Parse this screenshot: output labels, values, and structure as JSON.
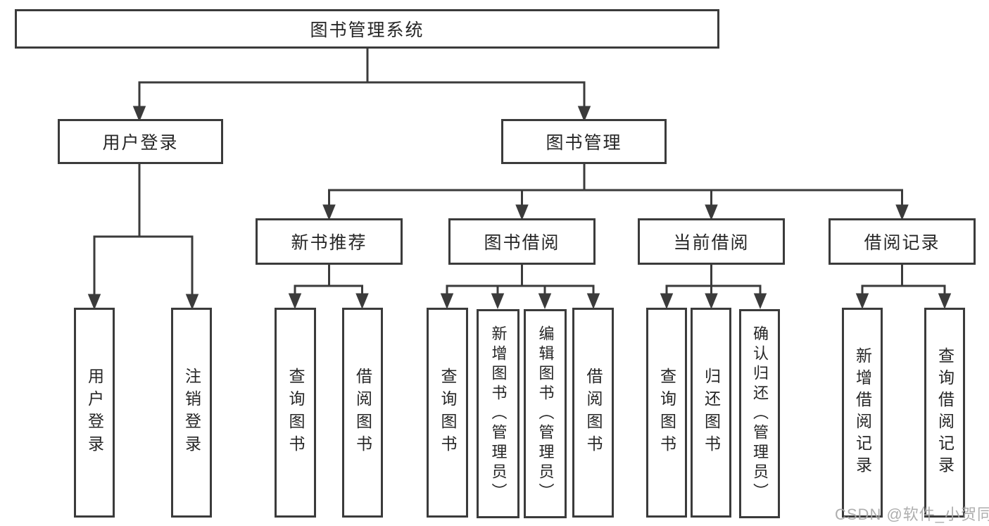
{
  "colors": {
    "line": "#3b3b3b",
    "box_border": "#3b3b3b",
    "text": "#262626",
    "watermark": "#a8a8a8",
    "background": "#ffffff"
  },
  "diagram": {
    "root": {
      "label": "图书管理系统"
    },
    "branches": [
      {
        "label": "用户登录",
        "children": [
          "用户登录",
          "注销登录"
        ]
      },
      {
        "label": "图书管理",
        "children": [
          {
            "label": "新书推荐",
            "children": [
              "查询图书",
              "借阅图书"
            ]
          },
          {
            "label": "图书借阅",
            "children": [
              "查询图书",
              "新增图书（管理员）",
              "编辑图书（管理员）",
              "借阅图书"
            ]
          },
          {
            "label": "当前借阅",
            "children": [
              "查询图书",
              "归还图书",
              "确认归还（管理员）"
            ]
          },
          {
            "label": "借阅记录",
            "children": [
              "新增借阅记录",
              "查询借阅记录"
            ]
          }
        ]
      }
    ]
  },
  "watermark": {
    "text": "CSDN @软件_小贺同学"
  }
}
